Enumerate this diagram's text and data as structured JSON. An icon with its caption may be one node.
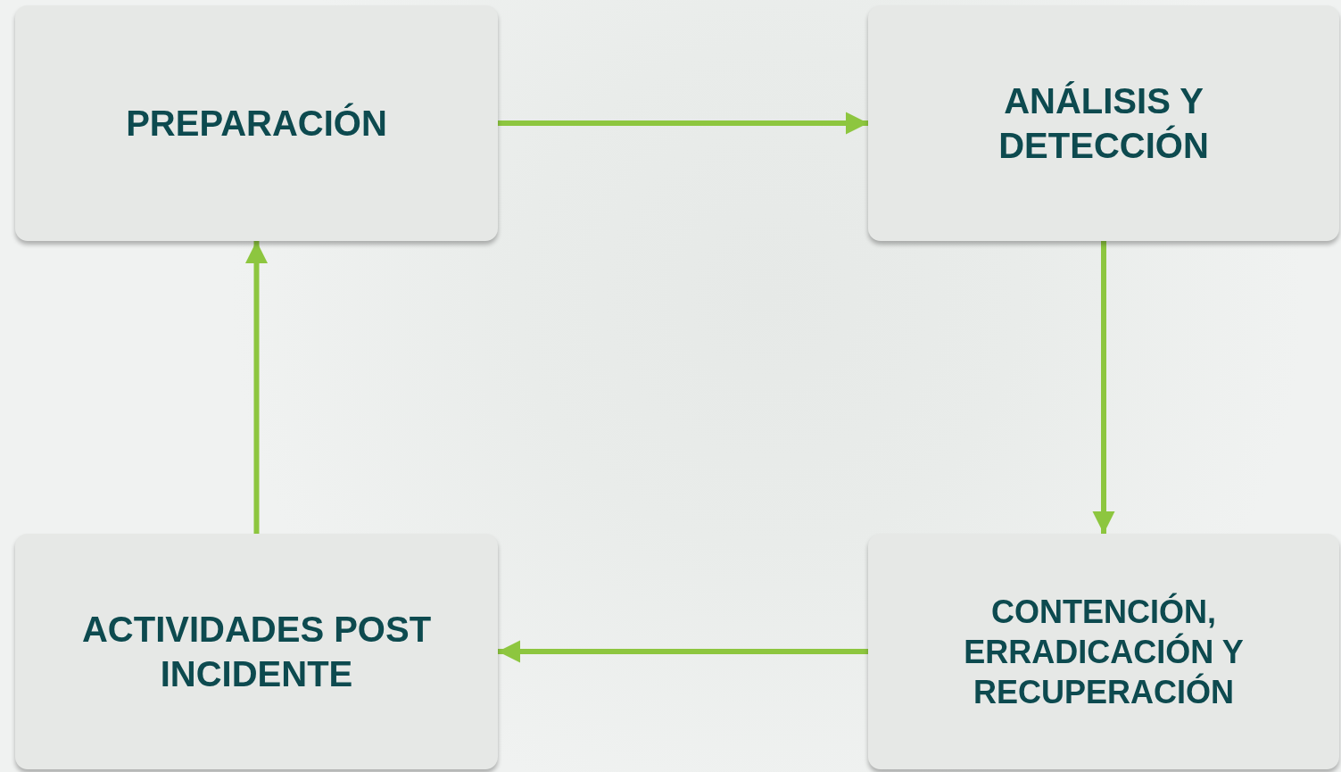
{
  "diagram": {
    "nodes": [
      {
        "text": [
          "PREPARACIÓN"
        ]
      },
      {
        "text": [
          "ANÁLISIS Y DETECCIÓN"
        ]
      },
      {
        "text": [
          "ACTIVIDADES POST INCIDENTE"
        ]
      },
      {
        "text": [
          "CONTENCIÓN, ERRADICACIÓN Y RECUPERACIÓN"
        ]
      }
    ],
    "edges": [
      {
        "from": 0,
        "to": 1,
        "arrow": "to"
      },
      {
        "from": 1,
        "to": 3,
        "arrow": "to"
      },
      {
        "from": 3,
        "to": 2,
        "arrow": "to"
      },
      {
        "from": 2,
        "to": 0,
        "arrow": "to"
      }
    ]
  }
}
